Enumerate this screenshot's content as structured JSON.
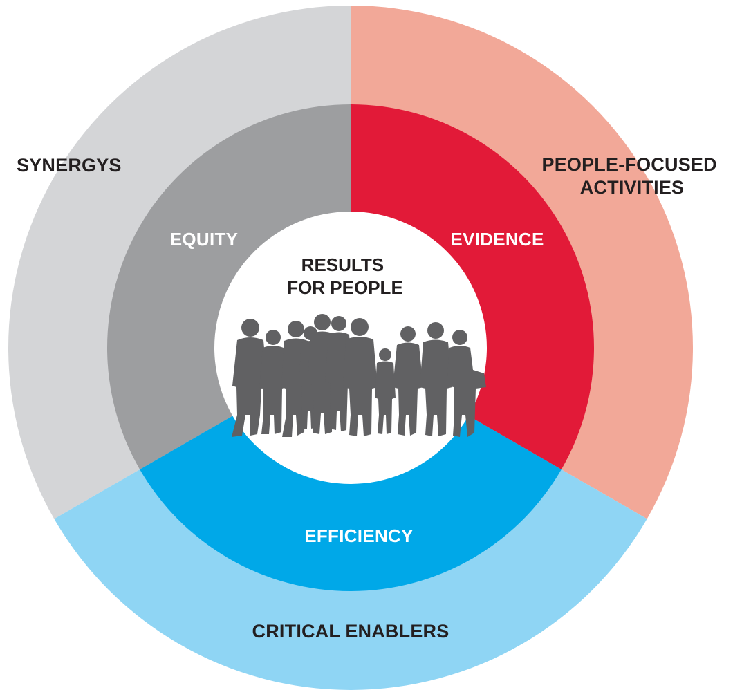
{
  "center": {
    "title_line1": "RESULTS",
    "title_line2": "FOR PEOPLE"
  },
  "inner_ring": {
    "equity": "EQUITY",
    "evidence": "EVIDENCE",
    "efficiency": "EFFICIENCY"
  },
  "outer_ring": {
    "synergys": "SYNERGYS",
    "people_focused_line1": "PEOPLE-FOCUSED",
    "people_focused_line2": "ACTIVITIES",
    "critical_enablers": "CRITICAL ENABLERS"
  },
  "colors": {
    "outer_grey": "#d4d5d7",
    "outer_salmon": "#f2a898",
    "outer_lightblue": "#8fd5f4",
    "inner_grey": "#9d9ea0",
    "inner_red": "#e21a38",
    "inner_blue": "#00a8e8",
    "center_white": "#ffffff",
    "silhouette": "#616163"
  },
  "icons": {
    "center_image": "people-crowd-silhouette"
  }
}
